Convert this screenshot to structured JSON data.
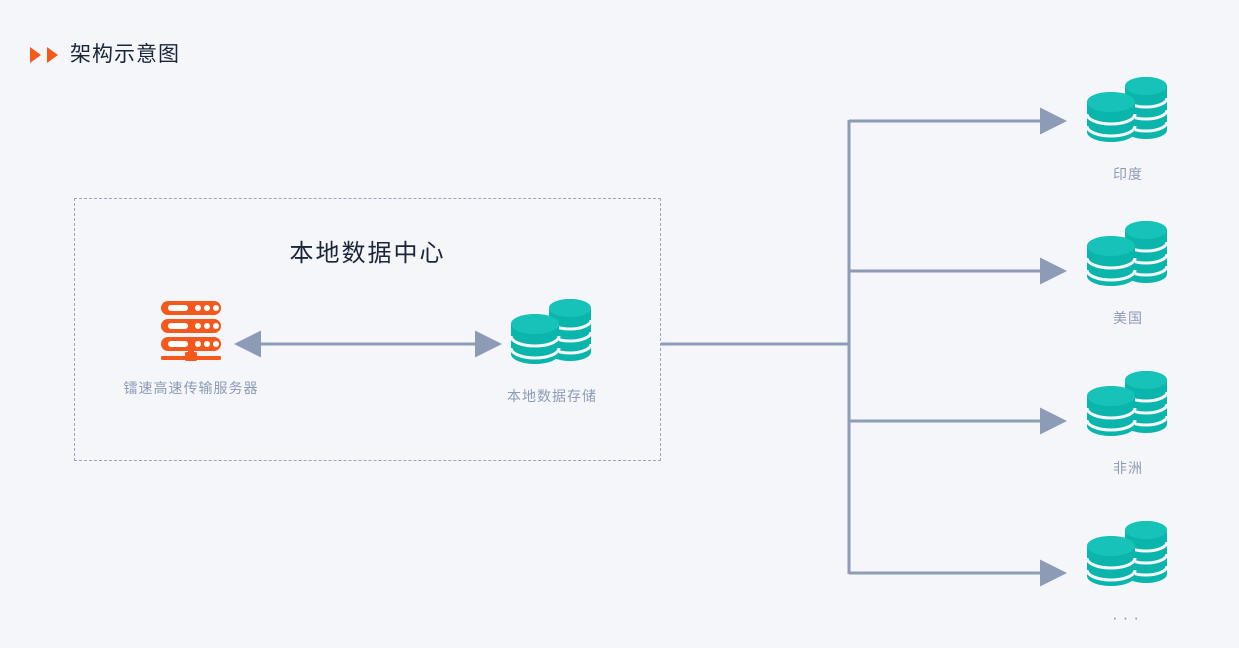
{
  "header": {
    "title": "架构示意图",
    "bullet_icon": "triangle-right-icon",
    "bullet_color": "#f4581d",
    "title_color": "#1b2537"
  },
  "diagram": {
    "background": "#f4f6fa",
    "connector_color": "#8d9cb6",
    "accent_teal": "#0ab5ab",
    "accent_orange": "#f4581d",
    "dashed_border_color": "#9aa6bd",
    "caption_color": "#8e9bb4",
    "local_zone": {
      "title": "本地数据中心",
      "nodes": [
        {
          "id": "server",
          "label": "镭速高速传输服务器",
          "icon": "server-rack-icon"
        },
        {
          "id": "storage",
          "label": "本地数据存储",
          "icon": "database-stack-icon"
        }
      ],
      "link": {
        "type": "bidirectional-arrow",
        "from": "server",
        "to": "storage"
      }
    },
    "remote_nodes": [
      {
        "id": "india",
        "label": "印度",
        "icon": "database-stack-icon"
      },
      {
        "id": "usa",
        "label": "美国",
        "icon": "database-stack-icon"
      },
      {
        "id": "africa",
        "label": "非洲",
        "icon": "database-stack-icon"
      },
      {
        "id": "more",
        "label": "···",
        "icon": "database-stack-icon"
      }
    ]
  }
}
